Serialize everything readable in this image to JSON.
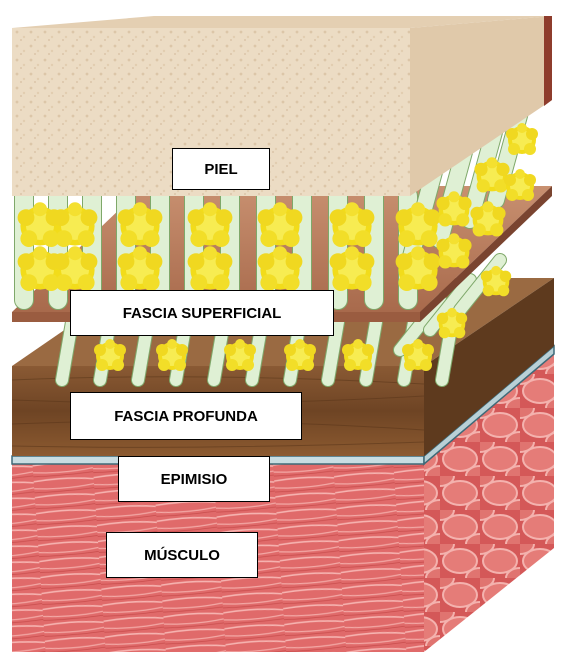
{
  "diagram": {
    "layers": [
      {
        "id": "piel",
        "label": "PIEL"
      },
      {
        "id": "fascia_superficial",
        "label": "FASCIA SUPERFICIAL"
      },
      {
        "id": "fascia_profunda",
        "label": "FASCIA PROFUNDA"
      },
      {
        "id": "epimisio",
        "label": "EPIMISIO"
      },
      {
        "id": "musculo",
        "label": "MÚSCULO"
      }
    ]
  },
  "colors": {
    "skin": "#e9d8c0",
    "skin_side": "#8b3b2a",
    "fat_lobule": "#f4e42a",
    "fascia_superficial": "#b8785a",
    "fascia_profunda": "#7a4a2a",
    "epimisio": "#c6d8dc",
    "muscle": "#e06868"
  }
}
